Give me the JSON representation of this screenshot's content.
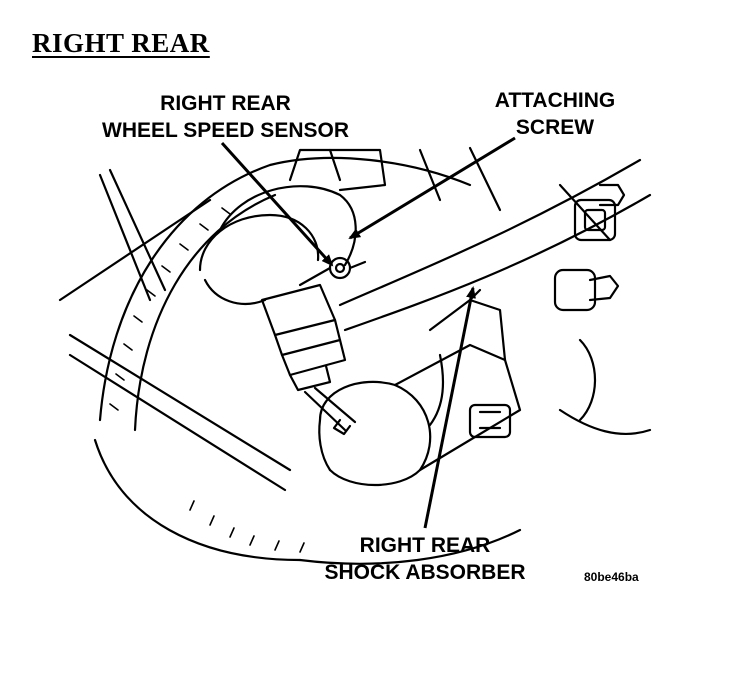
{
  "heading": "RIGHT REAR",
  "callouts": {
    "sensor_line1": "RIGHT REAR",
    "sensor_line2": "WHEEL SPEED SENSOR",
    "screw_line1": "ATTACHING",
    "screw_line2": "SCREW",
    "shock_line1": "RIGHT REAR",
    "shock_line2": "SHOCK ABSORBER"
  },
  "figure_code": "80be46ba"
}
